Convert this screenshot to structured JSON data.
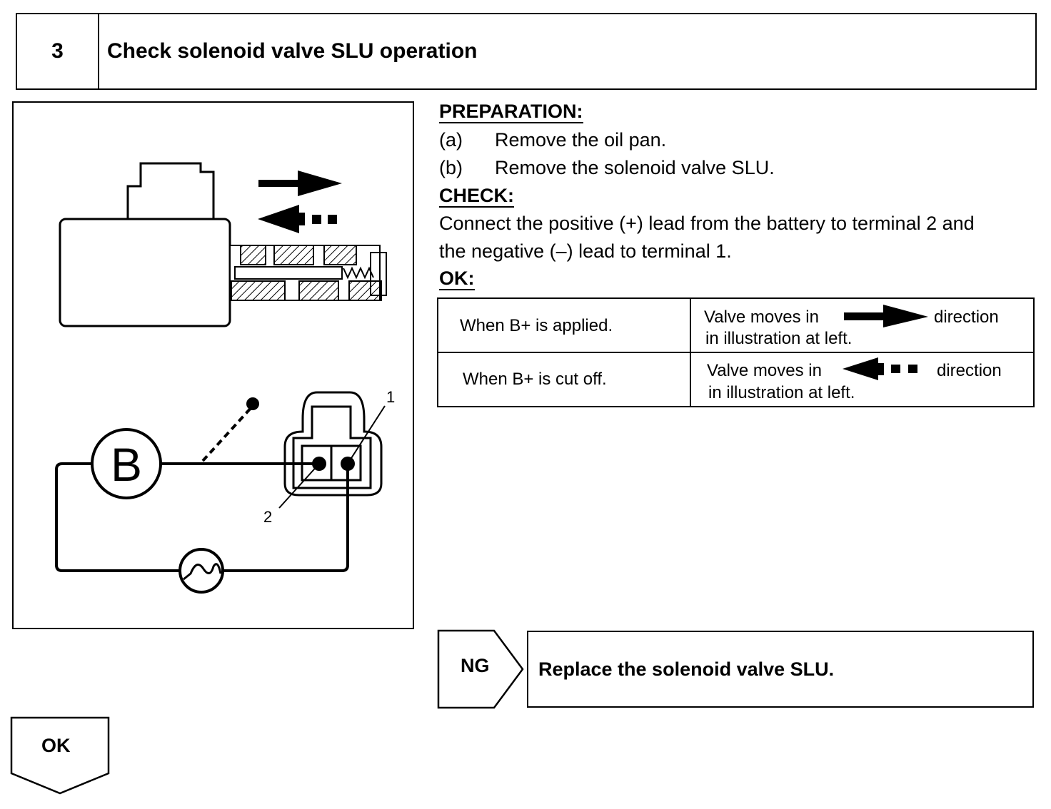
{
  "header": {
    "step_number": "3",
    "title": "Check solenoid valve SLU operation"
  },
  "figure": {
    "battery_label": "B",
    "terminal_1": "1",
    "terminal_2": "2"
  },
  "preparation": {
    "heading": "PREPARATION:",
    "steps": [
      {
        "marker": "(a)",
        "text": "Remove the oil pan."
      },
      {
        "marker": "(b)",
        "text": "Remove the solenoid valve SLU."
      }
    ]
  },
  "check": {
    "heading": "CHECK:",
    "lines": [
      "Connect the positive (+) lead from the battery to terminal 2 and",
      "the negative (–) lead to terminal 1."
    ]
  },
  "ok_spec": {
    "heading": "OK:",
    "rows": [
      {
        "condition": "When B+ is applied.",
        "result_prefix": "Valve moves in",
        "result_suffix": "direction",
        "result_line2": "in illustration at left.",
        "arrow": "solid-right-arrow-icon"
      },
      {
        "condition": "When B+ is cut off.",
        "result_prefix": "Valve moves in",
        "result_suffix": "direction",
        "result_line2": "in illustration at left.",
        "arrow": "dashed-left-arrow-icon"
      }
    ]
  },
  "ng_branch": {
    "tag": "NG",
    "action": "Replace the solenoid valve SLU."
  },
  "ok_branch": {
    "tag": "OK"
  }
}
